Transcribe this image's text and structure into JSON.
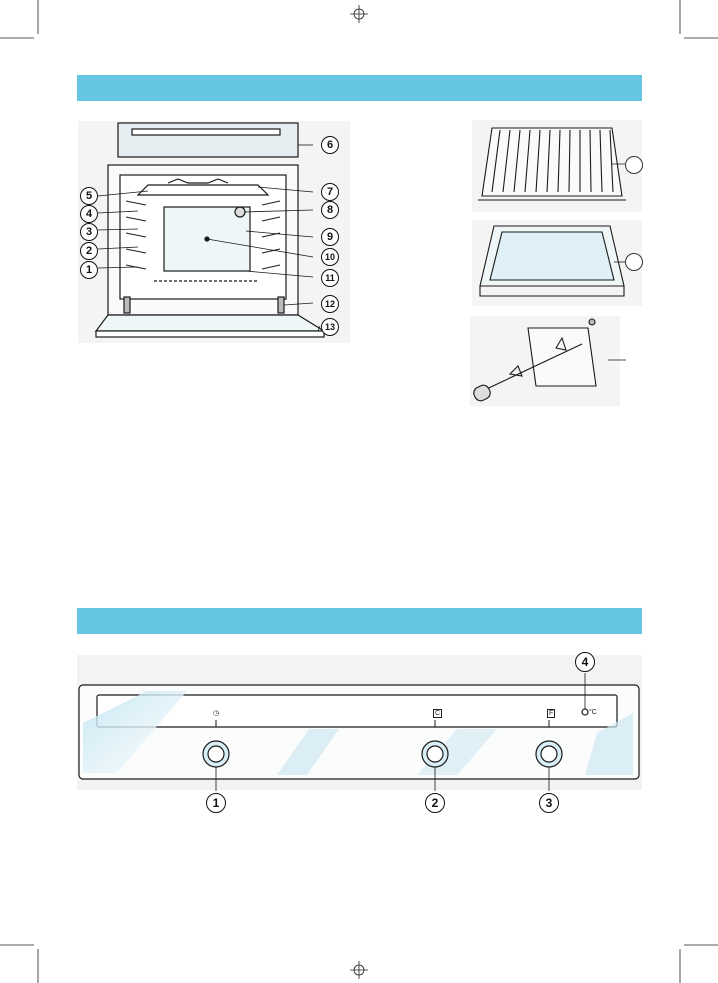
{
  "oven_diagram": {
    "callouts": [
      {
        "label": "1"
      },
      {
        "label": "2"
      },
      {
        "label": "3"
      },
      {
        "label": "4"
      },
      {
        "label": "5"
      },
      {
        "label": "6"
      },
      {
        "label": "7"
      },
      {
        "label": "8"
      },
      {
        "label": "9"
      },
      {
        "label": "10"
      },
      {
        "label": "11"
      },
      {
        "label": "12"
      },
      {
        "label": "13"
      }
    ]
  },
  "control_panel": {
    "knob_labels": [
      "1",
      "2",
      "3"
    ],
    "indicator_label": "4",
    "indicator_unit": "°C",
    "knob_symbols": [
      "◷",
      "C",
      "F"
    ]
  },
  "colors": {
    "section_band": "#66c5e0",
    "panel_tint": "#bfe3f1",
    "line": "#1a1a1a"
  }
}
